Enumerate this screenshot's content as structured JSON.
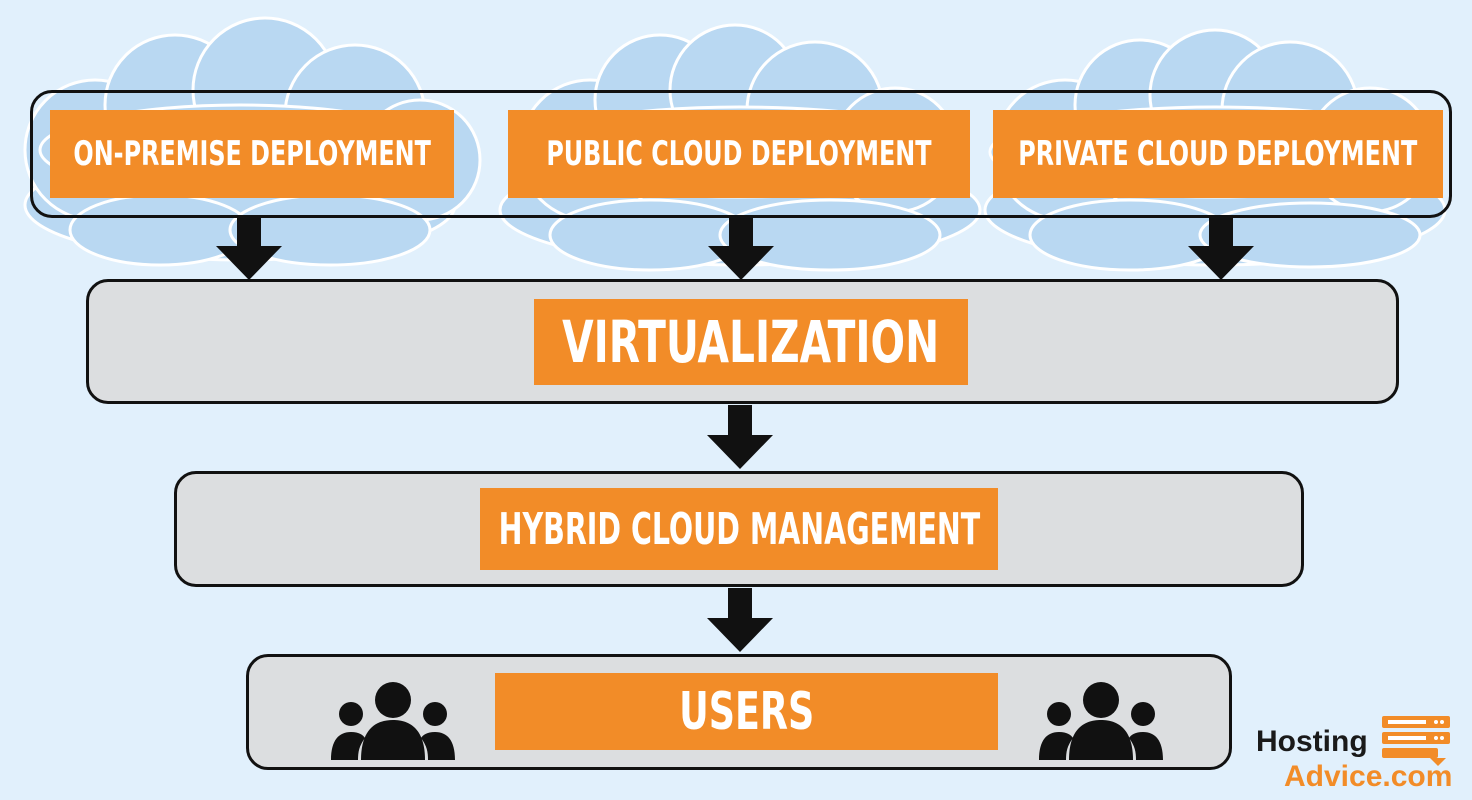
{
  "colors": {
    "background": "#e1f0fc",
    "panel": "#dcdee0",
    "label": "#f28c28",
    "cloud": "#b9d8f2",
    "arrow": "#111111"
  },
  "deployments": [
    {
      "label": "ON-PREMISE DEPLOYMENT"
    },
    {
      "label": "PUBLIC CLOUD DEPLOYMENT"
    },
    {
      "label": "PRIVATE CLOUD DEPLOYMENT"
    }
  ],
  "virtualization": {
    "label": "VIRTUALIZATION"
  },
  "management": {
    "label": "HYBRID CLOUD MANAGEMENT"
  },
  "users": {
    "label": "USERS",
    "icon": "users-group-icon"
  },
  "logo": {
    "line1": "Hosting",
    "line2": "Advice.com",
    "icon": "server-icon"
  }
}
